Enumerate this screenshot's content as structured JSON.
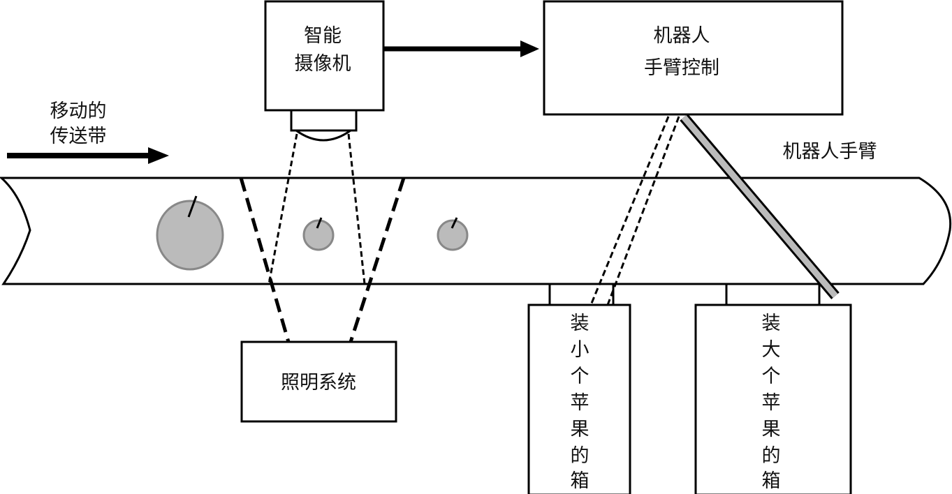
{
  "camera": {
    "line1": "智能",
    "line2": "摄像机"
  },
  "robot_control": {
    "line1": "机器人",
    "line2": "手臂控制"
  },
  "conveyor": {
    "line1": "移动的",
    "line2": "传送带"
  },
  "robot_arm_label": "机器人手臂",
  "lighting": "照明系统",
  "bin_small": [
    "装",
    "小",
    "个",
    "苹",
    "果",
    "的",
    "箱"
  ],
  "bin_large": [
    "装",
    "大",
    "个",
    "苹",
    "果",
    "的",
    "箱"
  ],
  "colors": {
    "apple_fill": "#bbbbbb",
    "apple_stroke": "#888888",
    "arm_fill": "#bbbbbb"
  }
}
